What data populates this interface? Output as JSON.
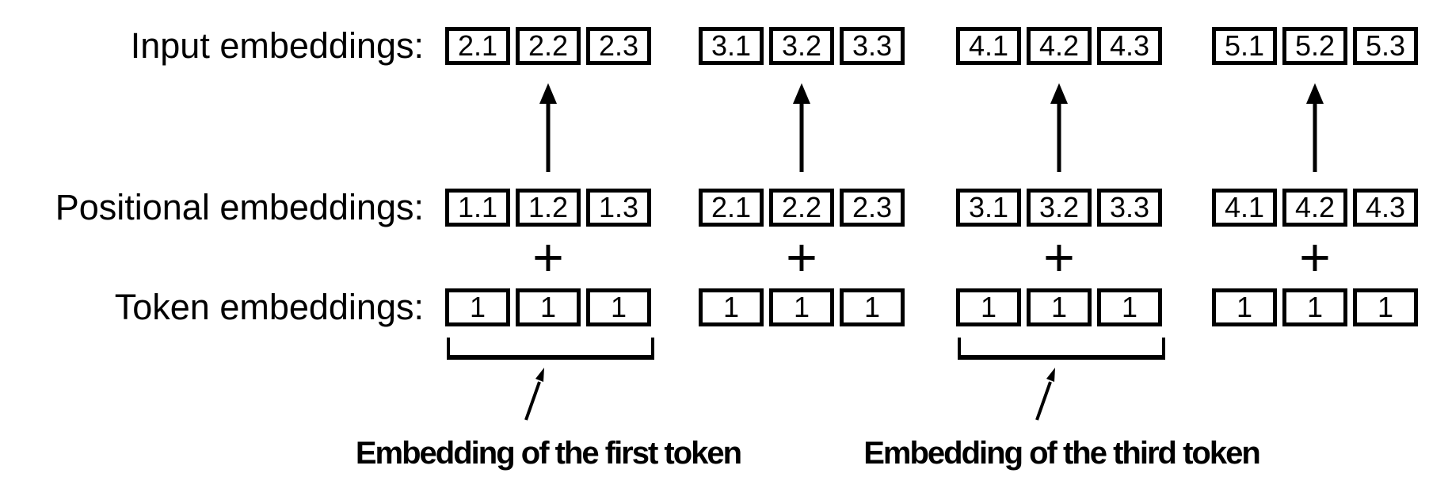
{
  "diagram": {
    "rows": [
      {
        "label": "Input embeddings:",
        "groups": [
          [
            "2.1",
            "2.2",
            "2.3"
          ],
          [
            "3.1",
            "3.2",
            "3.3"
          ],
          [
            "4.1",
            "4.2",
            "4.3"
          ],
          [
            "5.1",
            "5.2",
            "5.3"
          ]
        ]
      },
      {
        "label": "Positional embeddings:",
        "groups": [
          [
            "1.1",
            "1.2",
            "1.3"
          ],
          [
            "2.1",
            "2.2",
            "2.3"
          ],
          [
            "3.1",
            "3.2",
            "3.3"
          ],
          [
            "4.1",
            "4.2",
            "4.3"
          ]
        ]
      },
      {
        "label": "Token embeddings:",
        "groups": [
          [
            "1",
            "1",
            "1"
          ],
          [
            "1",
            "1",
            "1"
          ],
          [
            "1",
            "1",
            "1"
          ],
          [
            "1",
            "1",
            "1"
          ]
        ]
      }
    ],
    "operator_symbol": "+",
    "annotations": [
      {
        "text": "Embedding of the first token",
        "points_to_group": 1
      },
      {
        "text": "Embedding of the third token",
        "points_to_group": 3
      }
    ],
    "icons": {
      "up_arrow": "↑",
      "pointer_arrow": "↗"
    },
    "colors": {
      "ink": "#000000",
      "background": "#ffffff"
    }
  }
}
